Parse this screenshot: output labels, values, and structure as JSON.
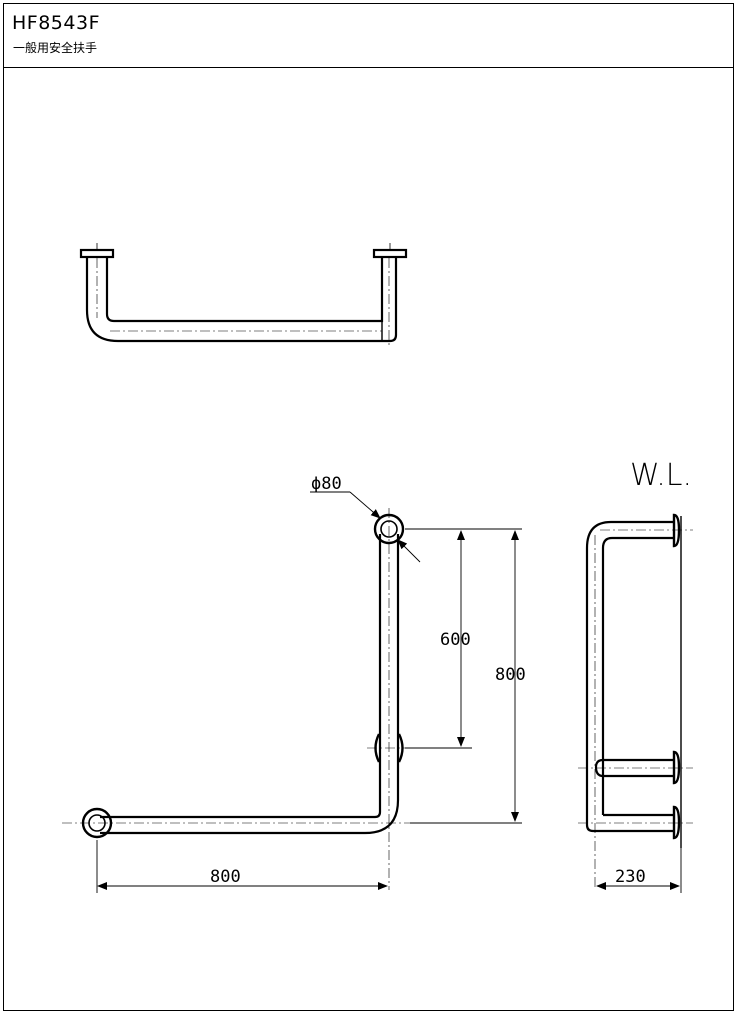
{
  "header": {
    "model_number": "HF8543F",
    "product_name": "一般用安全扶手"
  },
  "drawing": {
    "dimensions": {
      "diameter": "ϕ80",
      "vertical_spacing": "600",
      "height": "800",
      "width": "800",
      "depth": "230"
    },
    "water_level_label": "W.L."
  }
}
